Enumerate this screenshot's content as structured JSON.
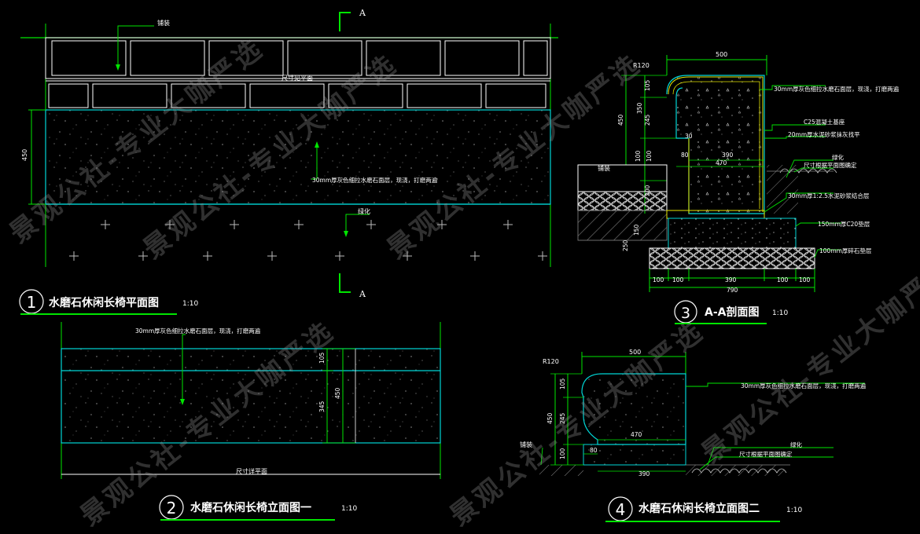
{
  "watermark": "景观公社-专业大咖严选",
  "section_mark": "A",
  "plan": {
    "title": "水磨石休闲长椅平面图",
    "scale": "1:10",
    "number": "1",
    "label_paving": "铺装",
    "label_size": "尺寸见平面",
    "label_surface": "30mm厚灰色细拉水磨石面层，现浇，打磨两遍",
    "label_green": "绿化",
    "dim_450": "450"
  },
  "section": {
    "title": "A-A剖面图",
    "scale": "1:10",
    "number": "3",
    "labels": {
      "surface": "30mm厚灰色细拉水磨石面层，现浇，打磨两遍",
      "concrete": "C25混凝土基座",
      "mortar": "20mm厚水泥砂浆抹灰找平",
      "green": "绿化",
      "size": "尺寸根据平面图确定",
      "bedding": "30mm厚1:2.5水泥砂浆结合层",
      "base": "150mm厚C20垫层",
      "gravel": "100mm厚碎石垫层",
      "paving": "铺装"
    },
    "dims": {
      "top_500": "500",
      "r120": "R120",
      "d105": "105",
      "d350": "350",
      "d450": "450",
      "d245": "245",
      "d100a": "100",
      "d100b": "100",
      "d80": "80",
      "d30": "30",
      "d390": "390",
      "d470": "470",
      "d200": "200",
      "d150": "150",
      "d250": "250",
      "b100a": "100",
      "b100b": "100",
      "b390": "390",
      "b100c": "100",
      "b100d": "100",
      "b790": "790"
    }
  },
  "elev1": {
    "title": "水磨石休闲长椅立面图一",
    "scale": "1:10",
    "number": "2",
    "label_surface": "30mm厚灰色细拉水磨石面层，现浇，打磨两遍",
    "label_size": "尺寸详平面",
    "d105": "105",
    "d345": "345",
    "d450": "450"
  },
  "elev2": {
    "title": "水磨石休闲长椅立面图二",
    "scale": "1:10",
    "number": "4",
    "label_surface": "30mm厚灰色细拉水磨石面层，现浇，打磨两遍",
    "label_green": "绿化",
    "label_size": "尺寸根据平面图确定",
    "label_paving": "铺装",
    "d500": "500",
    "r120": "R120",
    "d105": "105",
    "d450": "450",
    "d245": "245",
    "d100": "100",
    "d470": "470",
    "d80": "80",
    "d390": "390"
  },
  "colors": {
    "green": "#00e600",
    "cyan": "#00d6d6",
    "white": "#ffffff",
    "yellow": "#e6e600",
    "grey": "#9a9a9a",
    "dark_grey": "#555555"
  }
}
